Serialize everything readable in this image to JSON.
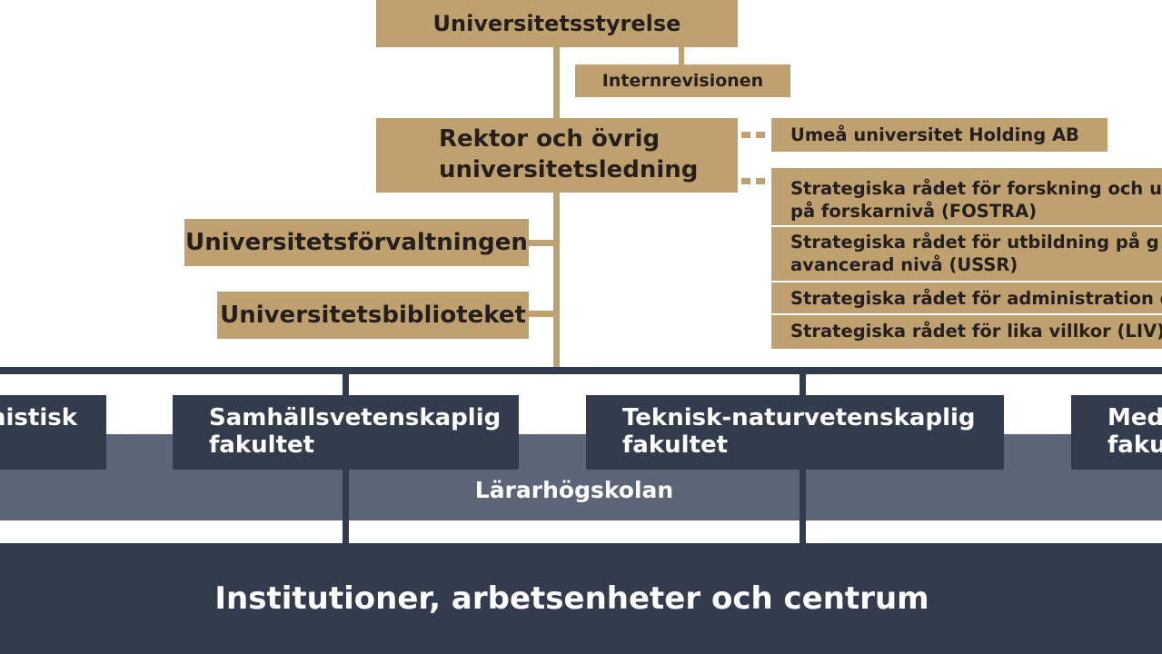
{
  "board": "Universitetsstyrelse",
  "internal_audit": "Internrevisionen",
  "rector": [
    "Rektor och övrig",
    "universitetsledning"
  ],
  "holding": "Umeå universitet Holding AB",
  "strategic_councils": [
    [
      "Strategiska rådet för forskning och u",
      "på forskarnivå (FOSTRA)"
    ],
    [
      "Strategiska rådet för utbildning på g",
      "avancerad nivå (USSR)"
    ],
    [
      "Strategiska rådet för administration o"
    ],
    [
      "Strategiska rådet för lika villkor (LIV)"
    ]
  ],
  "administration": "Universitetsförvaltningen",
  "library": "Universitetsbiblioteket",
  "faculties": [
    [
      "nistisk",
      "t"
    ],
    [
      "Samhällsvetenskaplig",
      "fakultet"
    ],
    [
      "Teknisk-naturvetenskaplig",
      "fakultet"
    ],
    [
      "Med",
      "faku"
    ]
  ],
  "teacher_school": "Lärarhögskolan",
  "departments": "Institutioner, arbetsenheter och centrum",
  "colors": {
    "gold": "#bfa170",
    "navy": "#333c4d",
    "slate": "#5c6478"
  }
}
